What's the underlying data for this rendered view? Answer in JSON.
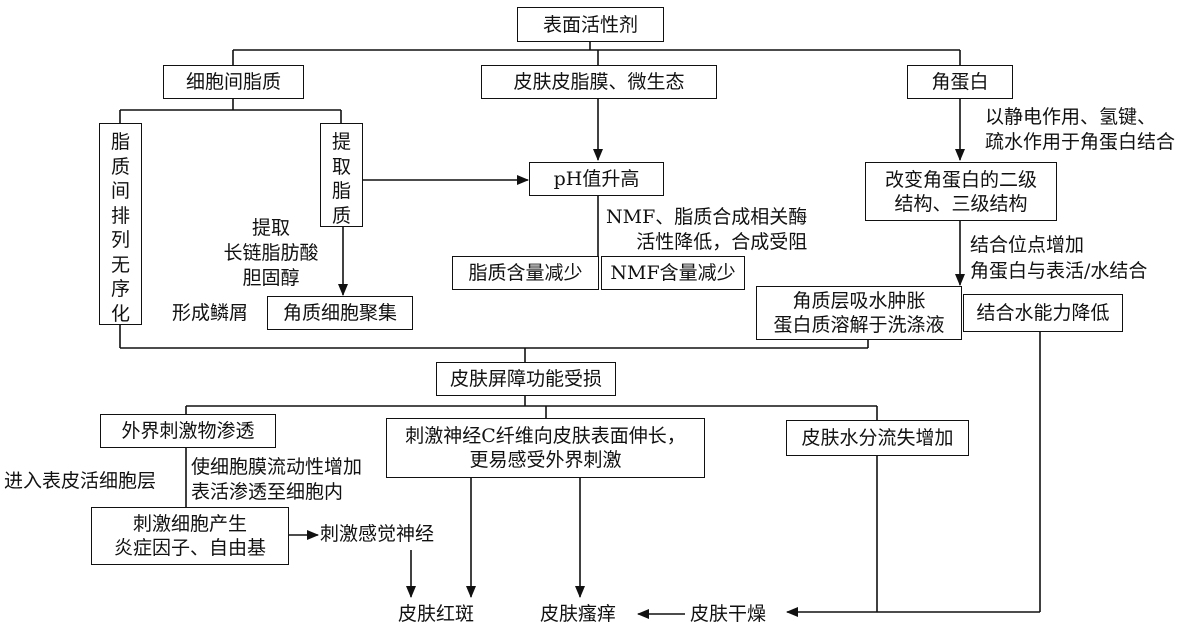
{
  "nodes": {
    "surfactant": "表面活性剂",
    "intercellular_lipid": "细胞间脂质",
    "sebum_microbiome": "皮肤皮脂膜、微生态",
    "keratin": "角蛋白",
    "lipid_disorder": "脂质间排列无序化",
    "extract_lipid": "提取脂质",
    "ph_rise": "pH值升高",
    "keratin_change": "改变角蛋白的二级\n结构、三级结构",
    "lipid_decrease": "脂质含量减少",
    "nmf_decrease": "NMF含量减少",
    "corneocyte_aggregate": "角质细胞聚集",
    "swelling": "角质层吸水肿胀\n蛋白质溶解于洗涤液",
    "water_binding_down": "结合水能力降低",
    "barrier_damage": "皮肤屏障功能受损",
    "irritant_penetration": "外界刺激物渗透",
    "nerve_fiber": "刺激神经C纤维向皮肤表面伸长，\n更易感受外界刺激",
    "water_loss": "皮肤水分流失增加",
    "cell_inflammation": "刺激细胞产生\n炎症因子、自由基",
    "sensory_nerve": "刺激感觉神经",
    "erythema": "皮肤红斑",
    "itching": "皮肤瘙痒",
    "dryness": "皮肤干燥"
  },
  "labels": {
    "keratin_binding": "以静电作用、氢键、\n疏水作用于角蛋白结合",
    "nmf_lipid_enzyme": "NMF、脂质合成相关酶\n活性降低，合成受阻",
    "extract_long_chain": "提取\n长链脂肪酸\n胆固醇",
    "form_scales": "形成鳞屑",
    "binding_sites": "结合位点增加\n角蛋白与表活/水结合",
    "enter_epidermis": "进入表皮活细胞层",
    "membrane_fluidity": "使细胞膜流动性增加\n表活渗透至细胞内"
  }
}
